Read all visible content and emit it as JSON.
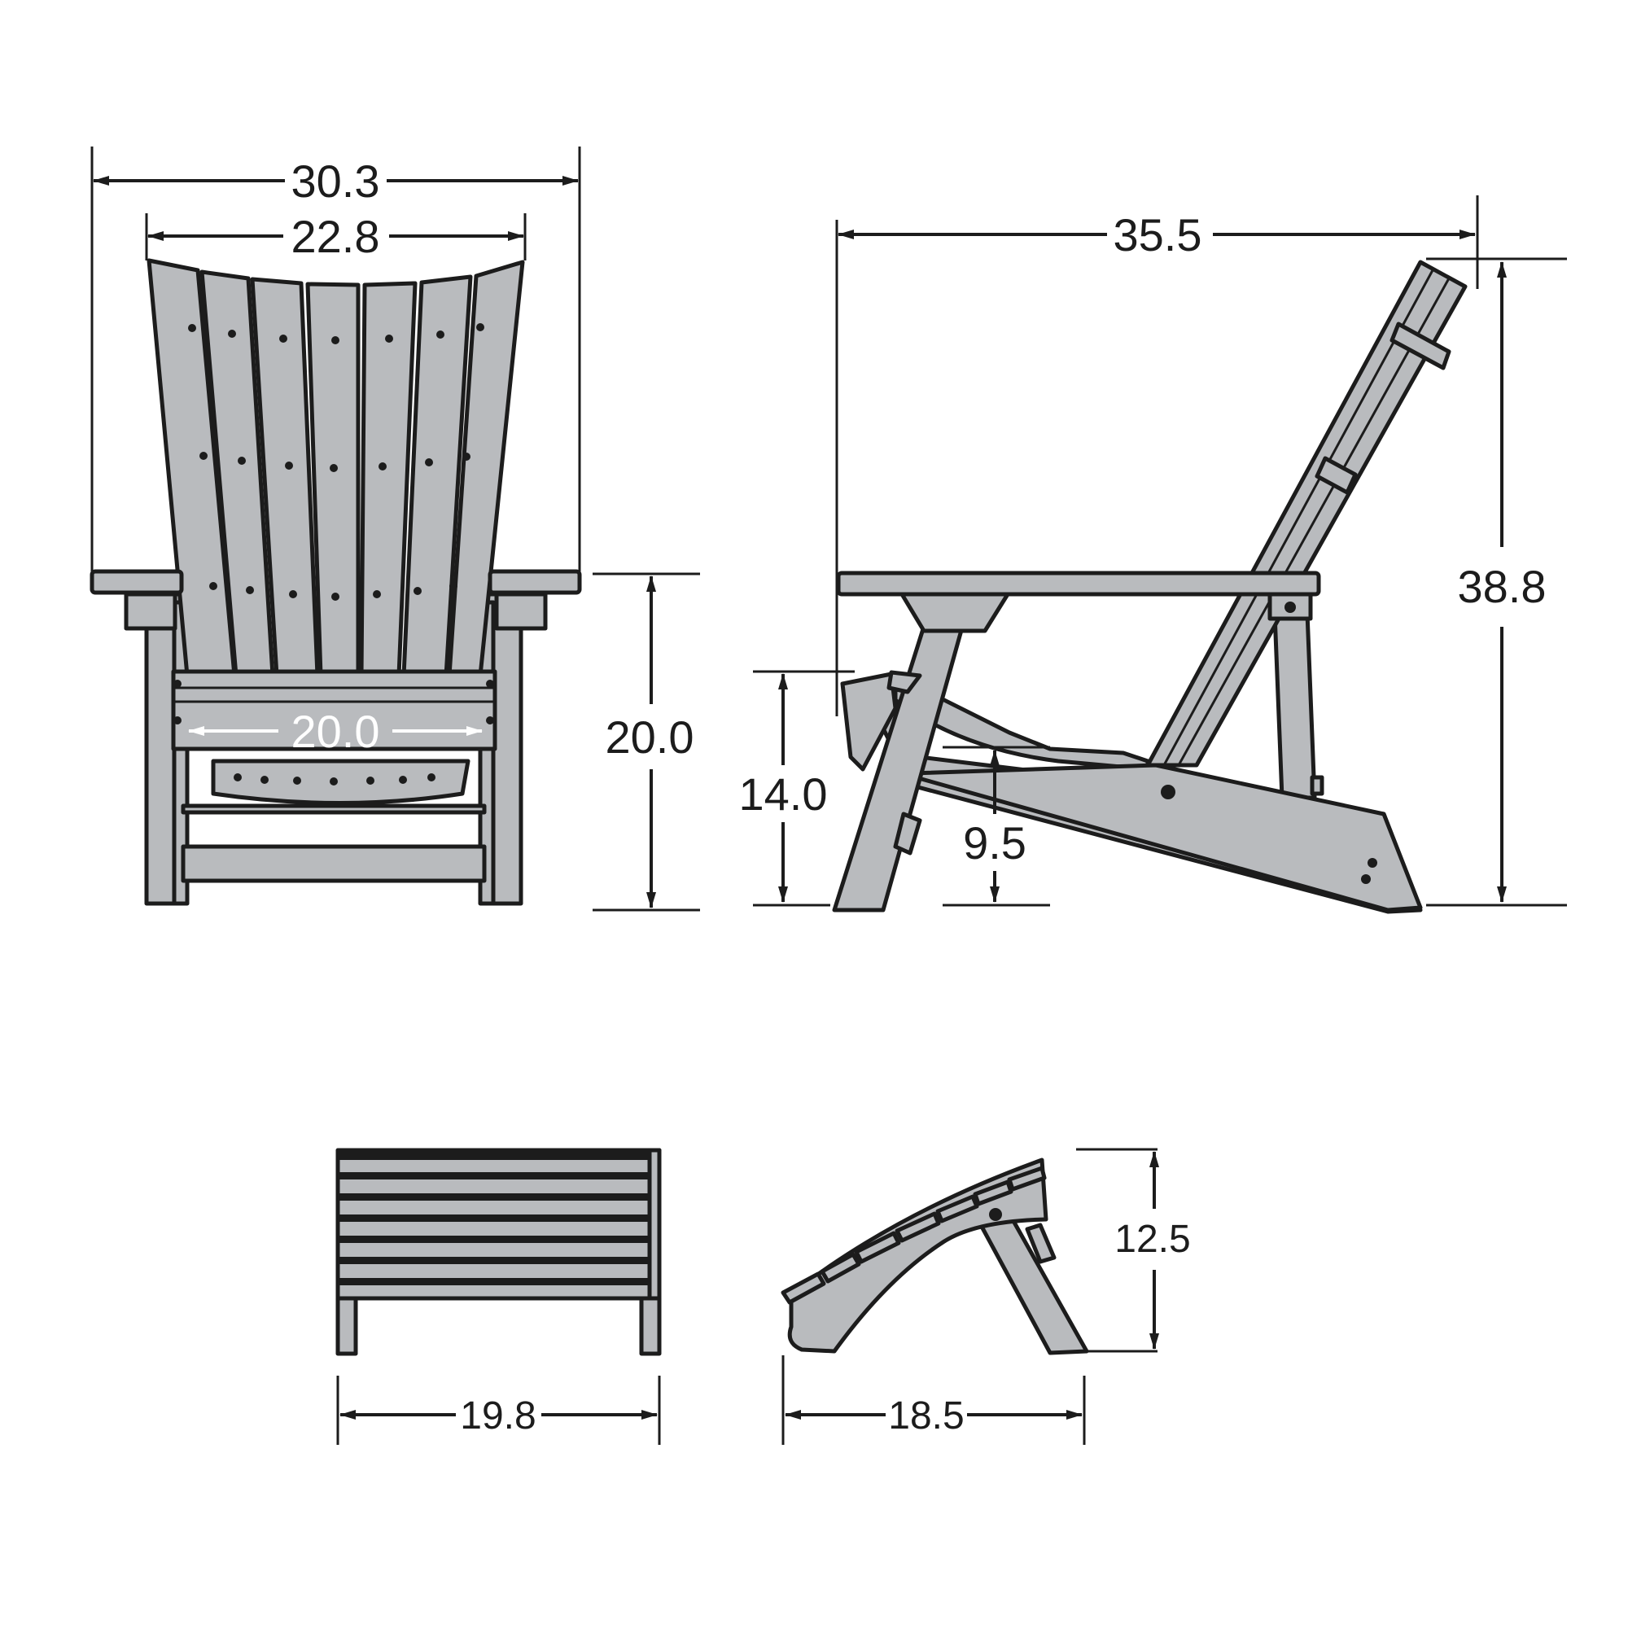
{
  "dimensions": {
    "overall_width": "30.3",
    "back_width": "22.8",
    "seat_width": "20.0",
    "arm_height": "20.0",
    "overall_depth": "35.5",
    "overall_height": "38.8",
    "seat_front_height": "14.0",
    "seat_rear_height": "9.5",
    "ottoman_width": "19.8",
    "ottoman_depth": "18.5",
    "ottoman_height": "12.5"
  },
  "colors": {
    "part_fill": "#b9bbbe",
    "line": "#1c1c1c",
    "background": "#ffffff"
  }
}
